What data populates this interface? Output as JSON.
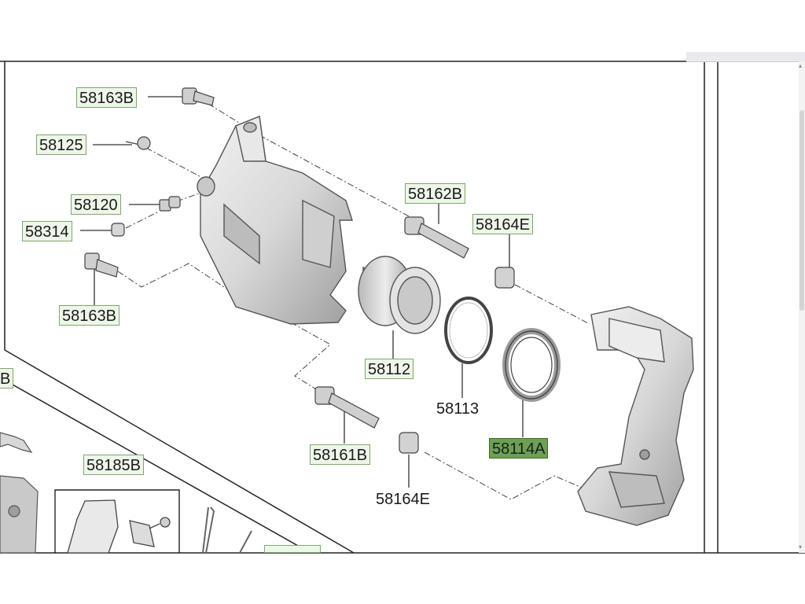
{
  "callouts": {
    "c58163b_top": "58163B",
    "c58125": "58125",
    "c58120": "58120",
    "c58314": "58314",
    "c58163b_bot": "58163B",
    "c58162b": "58162B",
    "c58164e_top": "58164E",
    "c58112": "58112",
    "c58113": "58113",
    "c58114a": "58114A",
    "c58161b": "58161B",
    "c58164e_bot": "58164E",
    "c58185b": "58185B",
    "c_edge_b": "B"
  },
  "colors": {
    "label_bg": "#eef6e9",
    "label_border": "#7ea86d",
    "selected_bg": "#6f9f52",
    "part_fill": "#d9d9d9",
    "line": "#333333"
  },
  "icons": [
    "scroll-up-arrow-icon",
    "scroll-down-arrow-icon"
  ]
}
